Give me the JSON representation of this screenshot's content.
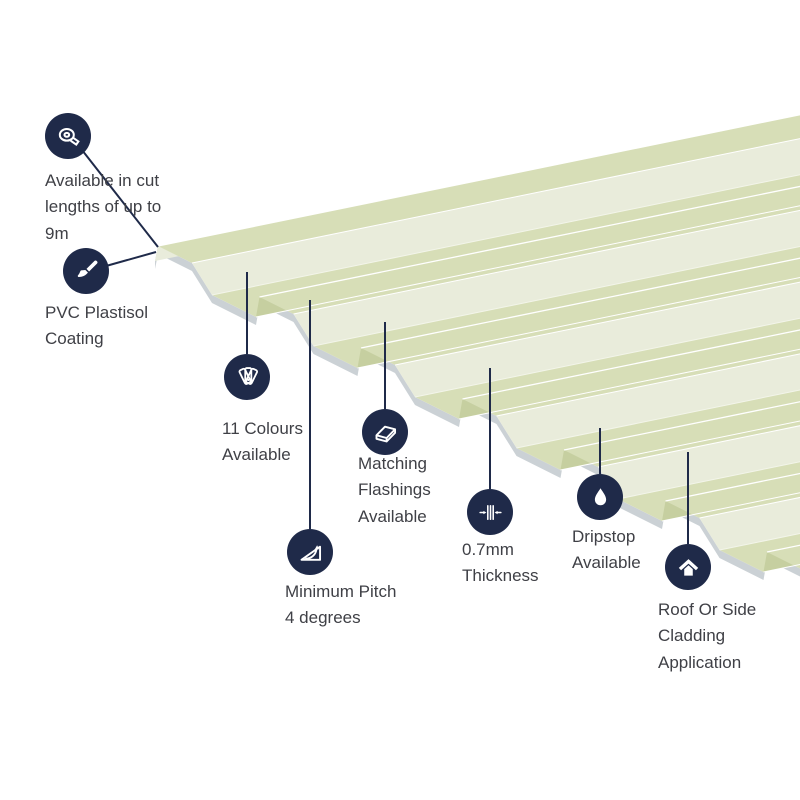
{
  "colors": {
    "accent_navy": "#1f2a49",
    "text": "#3f4046",
    "sheet_green": "#d7deb7",
    "sheet_green_light": "#e9ecdb",
    "sheet_green_dark": "#c6cfa0",
    "sheet_underside_grey": "#cbd1d5"
  },
  "features": [
    {
      "label": "Available in cut lengths of up to 9m",
      "icon": "tape-measure-icon"
    },
    {
      "label": "PVC Plastisol Coating",
      "icon": "paint-brush-icon"
    },
    {
      "label": "11 Colours Available",
      "icon": "colour-swatch-fan-icon"
    },
    {
      "label": "Matching Flashings Available",
      "icon": "flashing-sheet-icon"
    },
    {
      "label": "Minimum Pitch 4 degrees",
      "icon": "pitch-angle-icon"
    },
    {
      "label": "0.7mm Thickness",
      "icon": "thickness-gauge-icon"
    },
    {
      "label": "Dripstop Available",
      "icon": "water-droplet-icon"
    },
    {
      "label": "Roof Or Side Cladding Application",
      "icon": "roof-cladding-icon"
    }
  ]
}
